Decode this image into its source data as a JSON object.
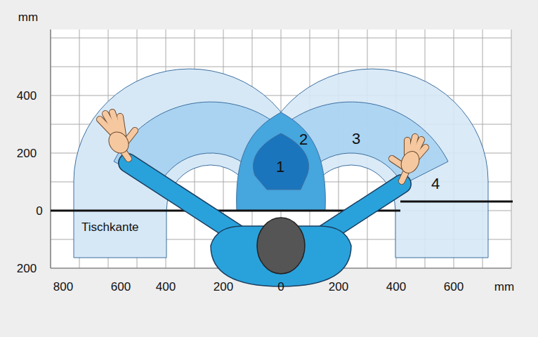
{
  "diagram": {
    "labels": [
      "mm",
      "400",
      "200",
      "0",
      "200",
      "800",
      "600",
      "400",
      "200",
      "0",
      "200",
      "400",
      "600",
      "mm",
      "Tischkante",
      "1",
      "2",
      "3",
      "4"
    ]
  }
}
